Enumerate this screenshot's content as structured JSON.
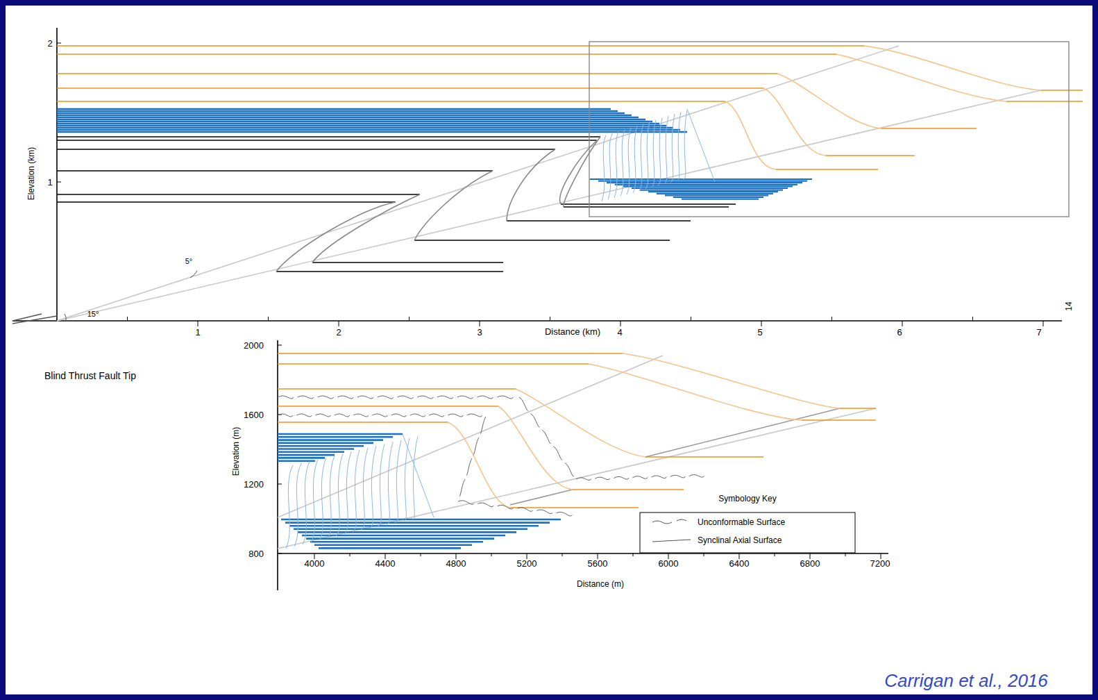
{
  "diagram": {
    "labels": [
      "2",
      "1",
      "Elevation (km)",
      "1",
      "2",
      "3",
      "4",
      "5",
      "6",
      "7",
      "14",
      "Distance (km)",
      "15°",
      "5°",
      "Blind Thrust Fault Tip",
      "2000",
      "1600",
      "1200",
      "800",
      "4000",
      "4400",
      "4800",
      "5200",
      "5600",
      "6000",
      "6400",
      "6800",
      "7200",
      "Elevation (m)",
      "Distance (m)",
      "Symbology Key",
      "Carrigan et al., 2016"
    ],
    "legend": [
      {
        "text": "Unconformable Surface"
      },
      {
        "text": "Synclinal Axial Surface"
      }
    ]
  }
}
